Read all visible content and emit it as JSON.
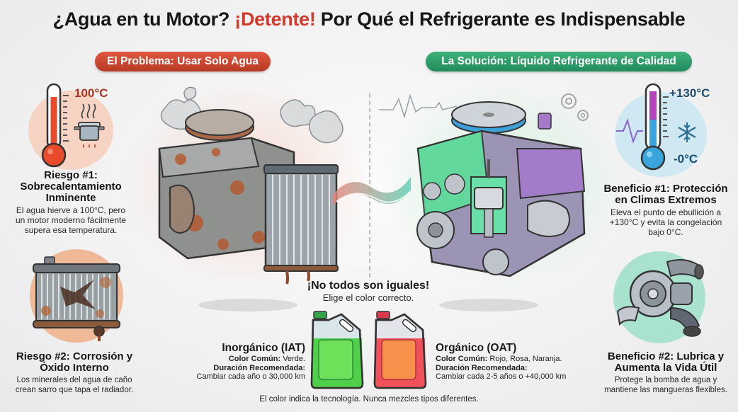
{
  "title": {
    "part1": "¿Agua en tu Motor?",
    "part2": "¡Detente!",
    "part3": "Por Qué el Refrigerante es Indispensable",
    "accent_color": "#d0392b"
  },
  "badges": {
    "problem": {
      "label": "El Problema: Usar Solo Agua",
      "color": "#c9442d"
    },
    "solution": {
      "label": "La Solución: Líquido Refrigerante de Calidad",
      "color": "#2e9c69"
    }
  },
  "risks": [
    {
      "icon": "thermometer-boiling-pot-icon",
      "temp_label": "100°C",
      "title": "Riesgo #1: Sobrecalentamiento Inminente",
      "title_lines": [
        "Riesgo #1:",
        "Sobrecalentamiento",
        "Inminente"
      ],
      "desc_lines": [
        "El agua hierve a 100°C, pero",
        "un motor moderno fácilmente",
        "supera esa temperatura."
      ]
    },
    {
      "icon": "rusty-radiator-icon",
      "title_lines": [
        "Riesgo #2: Corrosión y",
        "Óxido Interno"
      ],
      "desc_lines": [
        "Los minerales del agua de caño",
        "crean sarro que tapa el radiador."
      ]
    }
  ],
  "benefits": [
    {
      "icon": "thermometer-snowflake-icon",
      "temp_high": "+130°C",
      "temp_low": "-0°C",
      "title_lines": [
        "Beneficio #1: Protección",
        "en Climas Extremos"
      ],
      "desc_lines": [
        "Eleva el punto de ebullición a",
        "+130°C y evita la congelación",
        "bajo 0°C."
      ]
    },
    {
      "icon": "water-pump-icon",
      "title_lines": [
        "Beneficio #2: Lubrica y",
        "Aumenta la Vida Útil"
      ],
      "desc_lines": [
        "Protege la bomba de agua y",
        "mantiene las mangueras flexibles."
      ]
    }
  ],
  "center": {
    "heading": "¡No todos son iguales!",
    "subheading": "Elige el color correcto.",
    "types": [
      {
        "name": "Inorgánico (IAT)",
        "color_label": "Color Común:",
        "color_value": "Verde.",
        "duration_label": "Duración Recomendada:",
        "duration_value": "Cambiar cada año o 30,000 km",
        "jug_color": "#4fcf4a"
      },
      {
        "name": "Orgánico (OAT)",
        "color_label": "Color Común:",
        "color_value": "Rojo, Rosa, Naranja.",
        "duration_label": "Duración Recomendada:",
        "duration_value": "Cambiar cada 2-5 años o +40,000 km",
        "jug_color": "#f0505a"
      }
    ],
    "footnote": "El color indica la tecnología. Nunca mezcles tipos diferentes."
  },
  "illustrations": {
    "left_engine": "rusty-overheating-engine",
    "right_engine": "clean-engine-with-coolant"
  }
}
